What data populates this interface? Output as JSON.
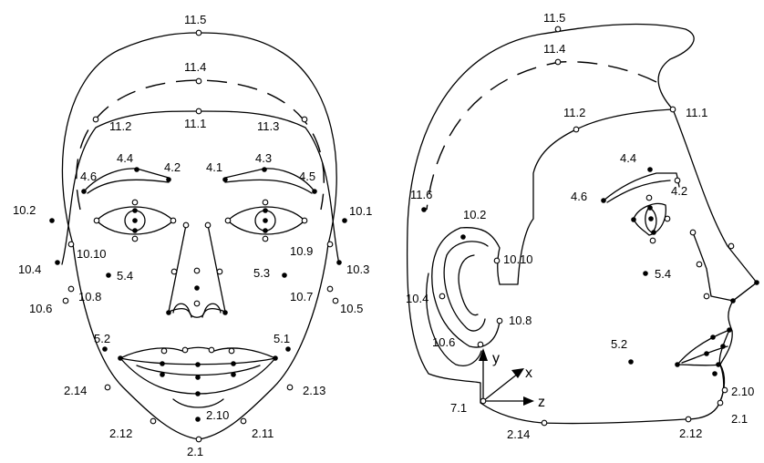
{
  "figure": {
    "panels": [
      "front-view",
      "side-view"
    ],
    "point_styles": {
      "solid": "feature points affected by FAPs",
      "hollow": "other feature points"
    },
    "colors": {
      "ink": "#000000",
      "background": "#ffffff"
    }
  },
  "front_labels": {
    "p11_5": "11.5",
    "p11_4": "11.4",
    "p11_2": "11.2",
    "p11_1": "11.1",
    "p11_3": "11.3",
    "p4_4": "4.4",
    "p4_2": "4.2",
    "p4_1": "4.1",
    "p4_3": "4.3",
    "p4_6": "4.6",
    "p4_5": "4.5",
    "p10_2": "10.2",
    "p10_1": "10.1",
    "p10_10": "10.10",
    "p10_9": "10.9",
    "p10_4": "10.4",
    "p10_3": "10.3",
    "p5_4": "5.4",
    "p5_3": "5.3",
    "p10_8": "10.8",
    "p10_7": "10.7",
    "p10_6": "10.6",
    "p10_5": "10.5",
    "p5_2": "5.2",
    "p5_1": "5.1",
    "p2_14": "2.14",
    "p2_13": "2.13",
    "p2_10": "2.10",
    "p2_12": "2.12",
    "p2_11": "2.11",
    "p2_1": "2.1"
  },
  "side_labels": {
    "p11_5": "11.5",
    "p11_4": "11.4",
    "p11_2": "11.2",
    "p11_1": "11.1",
    "p4_4": "4.4",
    "p4_6": "4.6",
    "p4_2": "4.2",
    "p11_6": "11.6",
    "p10_2": "10.2",
    "p10_10": "10.10",
    "p5_4": "5.4",
    "p10_4": "10.4",
    "p10_8": "10.8",
    "p10_6": "10.6",
    "p5_2": "5.2",
    "p7_1": "7.1",
    "p2_10": "2.10",
    "p2_1": "2.1",
    "p2_14": "2.14",
    "p2_12": "2.12"
  },
  "axes": {
    "y": "y",
    "x": "x",
    "z": "z"
  }
}
